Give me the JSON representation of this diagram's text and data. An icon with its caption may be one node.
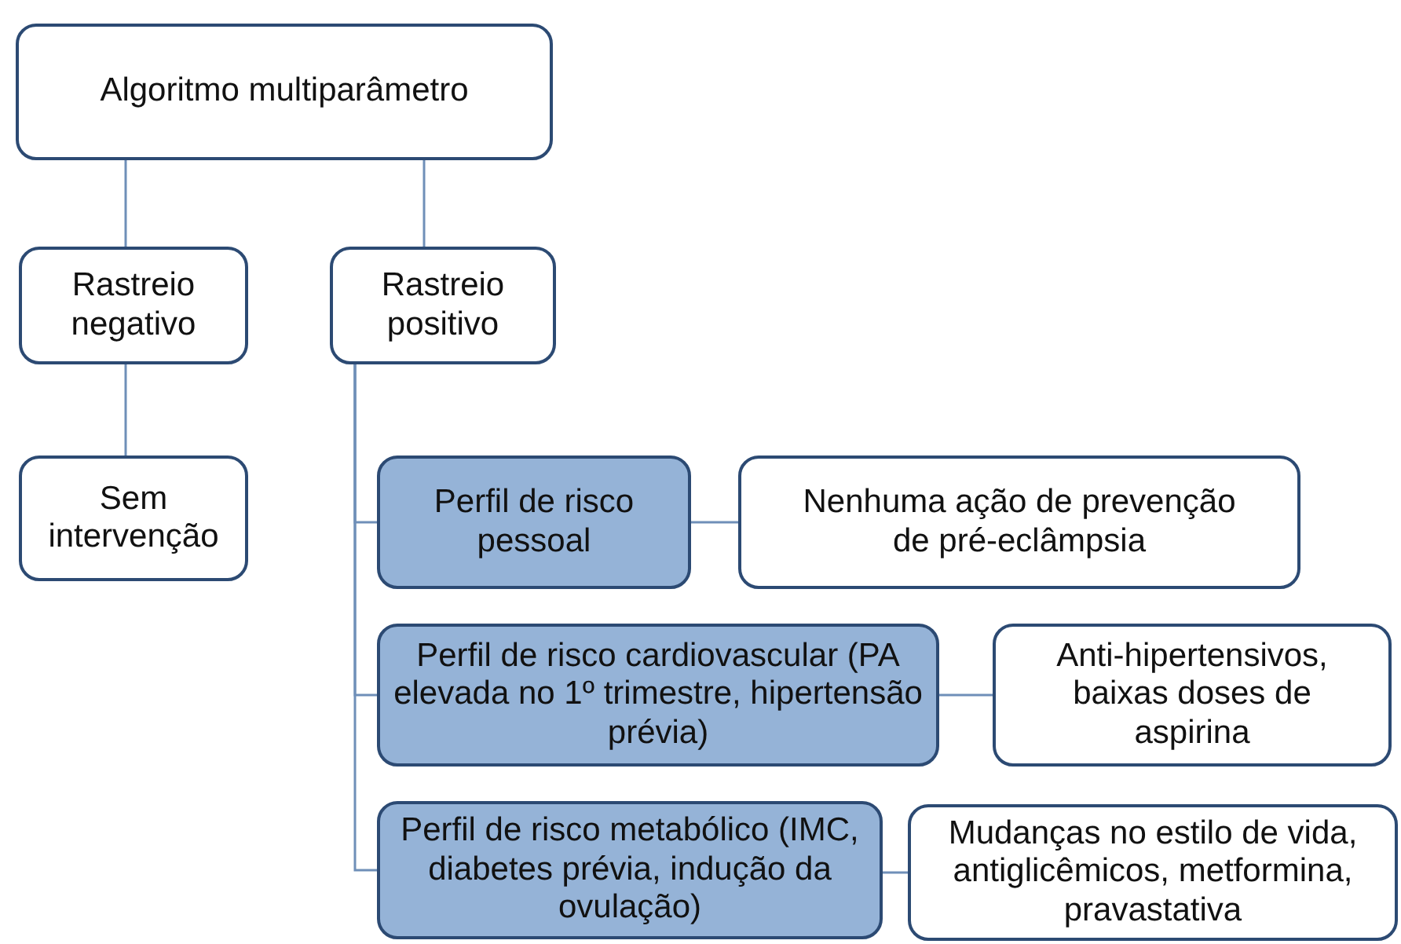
{
  "diagram": {
    "nodes": [
      {
        "text": [
          "Algoritmo multiparâmetro"
        ]
      },
      {
        "text": [
          "Rastreio negativo"
        ]
      },
      {
        "text": [
          "Rastreio positivo"
        ]
      },
      {
        "text": [
          "Sem intervenção"
        ]
      },
      {
        "text": [
          "Perfil de risco pessoal"
        ]
      },
      {
        "text": [
          "Nenhuma ação de prevenção de pré-eclâmpsia"
        ]
      },
      {
        "text": [
          "Perfil de risco cardiovascular (PA elevada no 1º trimestre, hipertensão prévia)"
        ]
      },
      {
        "text": [
          "Anti-hipertensivos, baixas doses de aspirina"
        ]
      },
      {
        "text": [
          "Perfil de risco metabólico (IMC, diabetes prévia, indução da ovulação)"
        ]
      },
      {
        "text": [
          "Mudanças no estilo de vida, antiglicêmicos, metformina, pravastativa"
        ]
      }
    ],
    "edges": [
      {
        "from": 0,
        "to": 1,
        "arrow": "none"
      },
      {
        "from": 0,
        "to": 2,
        "arrow": "none"
      },
      {
        "from": 1,
        "to": 3,
        "arrow": "none"
      },
      {
        "from": 2,
        "to": 4,
        "arrow": "none"
      },
      {
        "from": 2,
        "to": 6,
        "arrow": "none"
      },
      {
        "from": 2,
        "to": 8,
        "arrow": "none"
      },
      {
        "from": 4,
        "to": 5,
        "arrow": "none"
      },
      {
        "from": 6,
        "to": 7,
        "arrow": "none"
      },
      {
        "from": 8,
        "to": 9,
        "arrow": "none"
      }
    ]
  }
}
